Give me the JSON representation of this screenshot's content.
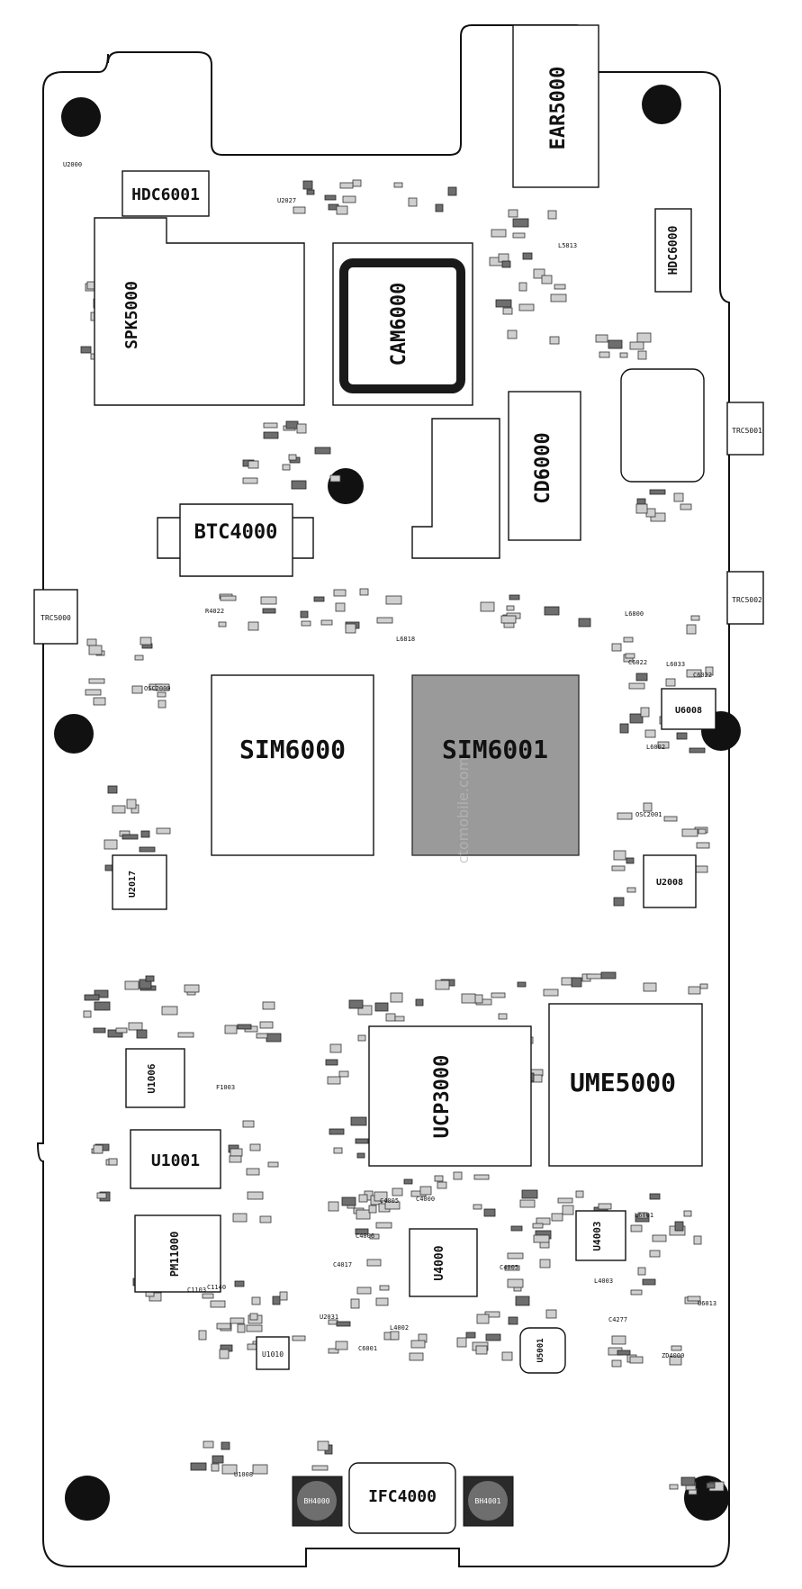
{
  "components": {
    "ear": "EAR5000",
    "hdc_top": "HDC6001",
    "hdc_right": "HDC6000",
    "spk": "SPK5000",
    "cam": "CAM6000",
    "cd": "CD6000",
    "btc": "BTC4000",
    "trc_right_top": "TRC5001",
    "trc_right_mid": "TRC5002",
    "trc_left": "TRC5000",
    "sim0": "SIM6000",
    "sim1": "SIM6001",
    "u2017": "U2017",
    "u2008": "U2008",
    "u6008": "U6008",
    "ucp": "UCP3000",
    "ume": "UME5000",
    "u1006": "U1006",
    "u1001": "U1001",
    "pm": "PM11000",
    "u4000": "U4000",
    "u4003": "U4003",
    "u5001": "U5001",
    "u1010": "U1010",
    "ifc": "IFC4000",
    "bh0": "BH4000",
    "bh1": "BH4001",
    "u2000": "U2000",
    "u2027": "U2027",
    "l6800": "L6800",
    "l6033": "L6033",
    "c6022a": "C6022",
    "c6022b": "C6022",
    "l6002": "L6002",
    "osc2000": "OSC2000",
    "osc2001": "OSC2001",
    "f1003": "F1003",
    "c4005": "C4005",
    "c4000": "C4000",
    "c4006": "C4006",
    "c4005b": "C4005",
    "l4003": "L4003",
    "l6001": "L6001",
    "u2031": "U2031",
    "u1008": "U1008",
    "l4002": "L4002",
    "zd4000": "ZD4000",
    "u6013": "U6013",
    "r4022": "R4022",
    "l6818": "L6818",
    "c1140": "C1140",
    "c4017": "C4017",
    "c6001": "C6001",
    "l5813": "L5813",
    "c1103": "C1103",
    "c4277": "C4277"
  },
  "watermark": "ctomobile.com",
  "colors": {
    "background": "#ffffff",
    "outline": "#111111",
    "pad_light": "#cfcfcf",
    "pad_dark": "#6e6e6e",
    "sim_tray_fill": "#9a9a9a",
    "camera_ring": "#1a1a1a"
  }
}
